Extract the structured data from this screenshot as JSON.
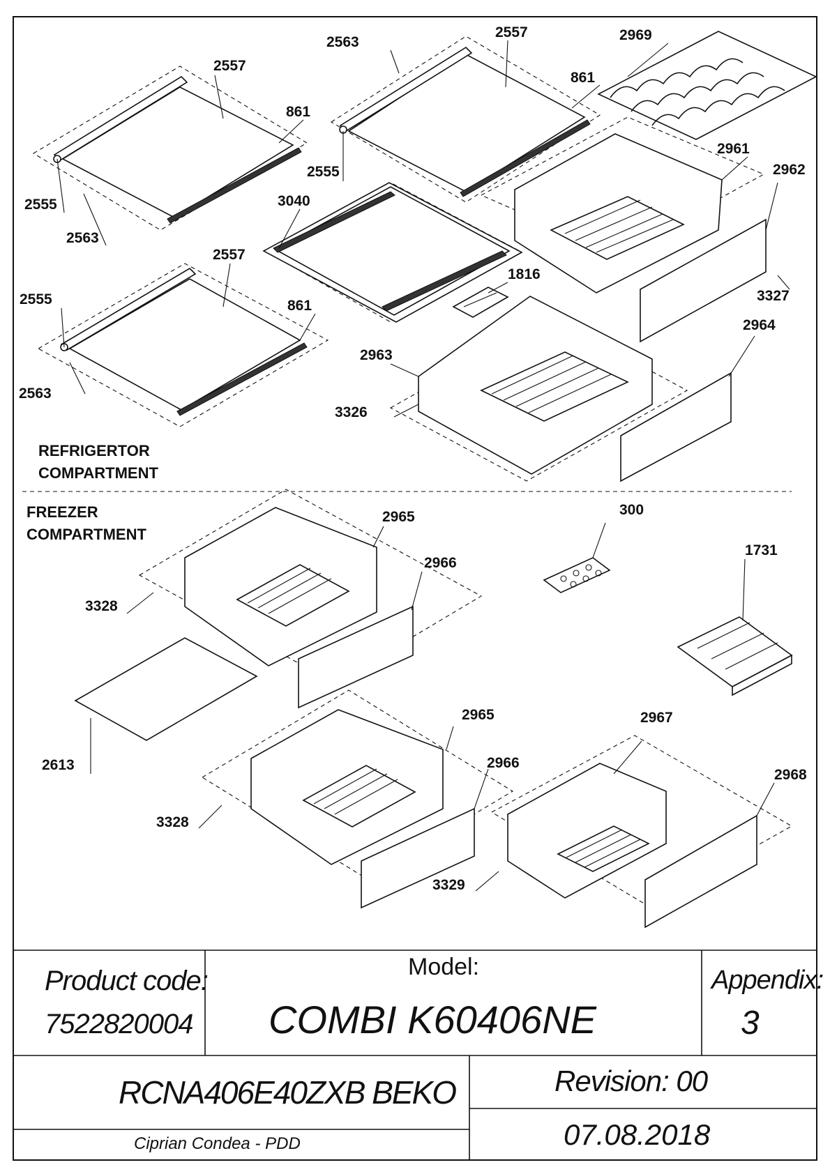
{
  "sections": {
    "refrigerator": [
      "REFRIGERTOR",
      "COMPARTMENT"
    ],
    "freezer": [
      "FREEZER",
      "COMPARTMENT"
    ]
  },
  "callouts": [
    {
      "id": "c1",
      "text": "2557"
    },
    {
      "id": "c2",
      "text": "861"
    },
    {
      "id": "c3",
      "text": "2555"
    },
    {
      "id": "c4",
      "text": "2563"
    },
    {
      "id": "c5",
      "text": "2563"
    },
    {
      "id": "c6",
      "text": "2557"
    },
    {
      "id": "c7",
      "text": "861"
    },
    {
      "id": "c8",
      "text": "2555"
    },
    {
      "id": "c9",
      "text": "2969"
    },
    {
      "id": "c10",
      "text": "3040"
    },
    {
      "id": "c11",
      "text": "2961"
    },
    {
      "id": "c12",
      "text": "2962"
    },
    {
      "id": "c13",
      "text": "2557"
    },
    {
      "id": "c14",
      "text": "2555"
    },
    {
      "id": "c15",
      "text": "861"
    },
    {
      "id": "c16",
      "text": "2563"
    },
    {
      "id": "c17",
      "text": "1816"
    },
    {
      "id": "c18",
      "text": "3327"
    },
    {
      "id": "c19",
      "text": "2964"
    },
    {
      "id": "c20",
      "text": "2963"
    },
    {
      "id": "c21",
      "text": "3326"
    },
    {
      "id": "c22",
      "text": "2965"
    },
    {
      "id": "c23",
      "text": "2966"
    },
    {
      "id": "c24",
      "text": "3328"
    },
    {
      "id": "c25",
      "text": "300"
    },
    {
      "id": "c26",
      "text": "1731"
    },
    {
      "id": "c27",
      "text": "2613"
    },
    {
      "id": "c28",
      "text": "2965"
    },
    {
      "id": "c29",
      "text": "2966"
    },
    {
      "id": "c30",
      "text": "3328"
    },
    {
      "id": "c31",
      "text": "2967"
    },
    {
      "id": "c32",
      "text": "2968"
    },
    {
      "id": "c33",
      "text": "3329"
    }
  ],
  "title_block": {
    "product_code_label": "Product code:",
    "product_code": "7522820004",
    "model_label": "Model:",
    "model": "COMBI K60406NE",
    "appendix_label": "Appendix:",
    "appendix": "3",
    "product_name": "RCNA406E40ZXB BEKO",
    "revision": "Revision: 00",
    "author": "Ciprian Condea - PDD",
    "date": "07.08.2018"
  }
}
